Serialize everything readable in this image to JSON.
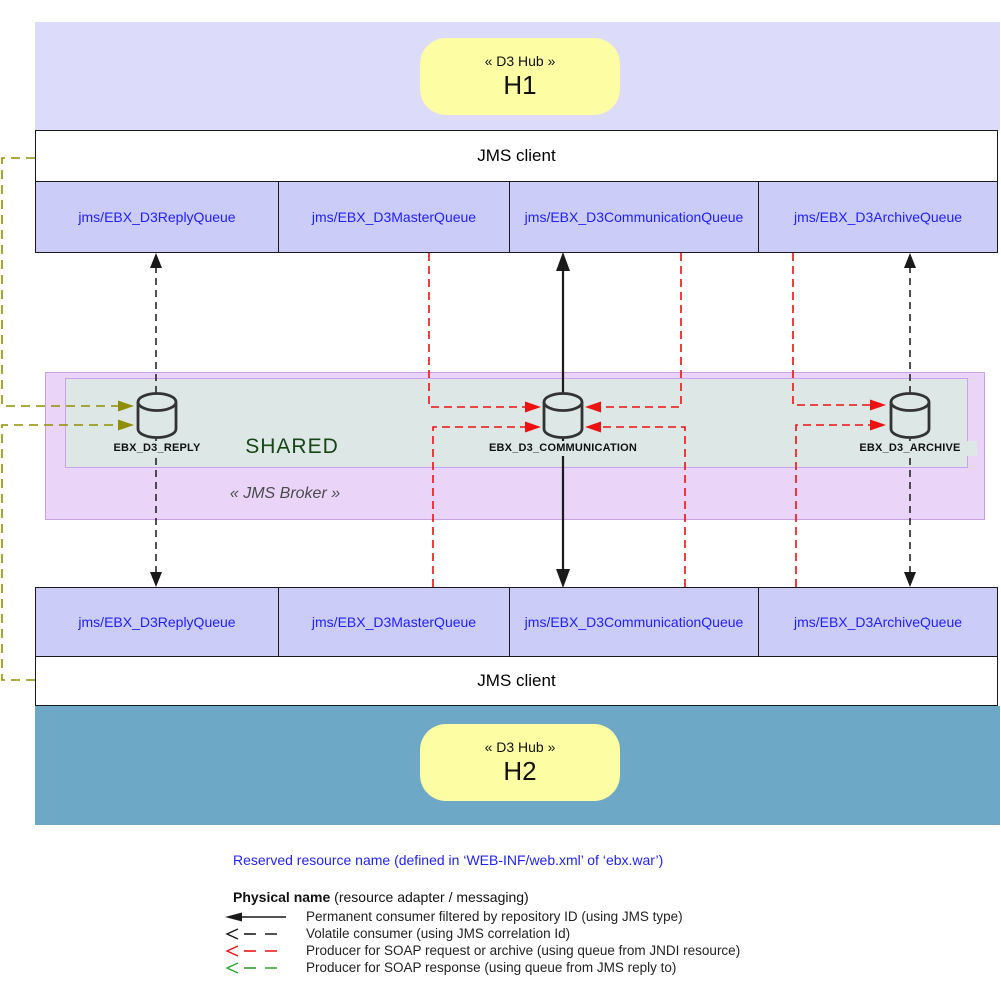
{
  "diagram": {
    "hub_top": {
      "stereotype": "« D3 Hub »",
      "name": "H1"
    },
    "hub_bottom": {
      "stereotype": "« D3 Hub »",
      "name": "H2"
    },
    "jms_client_top": "JMS client",
    "jms_client_bottom": "JMS client",
    "queues_top": [
      "jms/EBX_D3ReplyQueue",
      "jms/EBX_D3MasterQueue",
      "jms/EBX_D3CommunicationQueue",
      "jms/EBX_D3ArchiveQueue"
    ],
    "queues_bottom": [
      "jms/EBX_D3ReplyQueue",
      "jms/EBX_D3MasterQueue",
      "jms/EBX_D3CommunicationQueue",
      "jms/EBX_D3ArchiveQueue"
    ],
    "broker": {
      "stereotype": "« JMS Broker »",
      "shared_label": "SHARED",
      "topics": [
        "EBX_D3_REPLY",
        "EBX_D3_COMMUNICATION",
        "EBX_D3_ARCHIVE"
      ]
    },
    "legend": {
      "reserved_note": "Reserved resource name (defined in ‘WEB-INF/web.xml’ of ‘ebx.war’)",
      "physical_bold": "Physical name",
      "physical_rest": " (resource adapter / messaging)",
      "rows": [
        {
          "style": "solid-black",
          "label": "Permanent consumer filtered by repository ID (using JMS type)"
        },
        {
          "style": "dashed-black",
          "label": "Volatile consumer (using JMS correlation Id)"
        },
        {
          "style": "dashed-red",
          "label": "Producer for SOAP request or archive (using queue from JNDI resource)"
        },
        {
          "style": "dashed-green",
          "label": "Producer for SOAP response (using queue from JMS reply to)"
        }
      ]
    }
  },
  "colors": {
    "hub_top_bg": "#dcdcfa",
    "hub_bottom_bg": "#6da9c6",
    "hub_badge_bg": "#fdfda4",
    "queue_box_bg": "#ccccf8",
    "queue_text": "#1f1fff",
    "broker_bg": "#ead5f9",
    "shared_bg": "#dde7e6",
    "shared_text": "#164616",
    "arrow_black": "#1a1a1a",
    "arrow_red": "#ee1111",
    "arrow_olive": "#8f8f00",
    "legend_green": "#2fa02f",
    "legend_note_blue": "#2222ff"
  }
}
